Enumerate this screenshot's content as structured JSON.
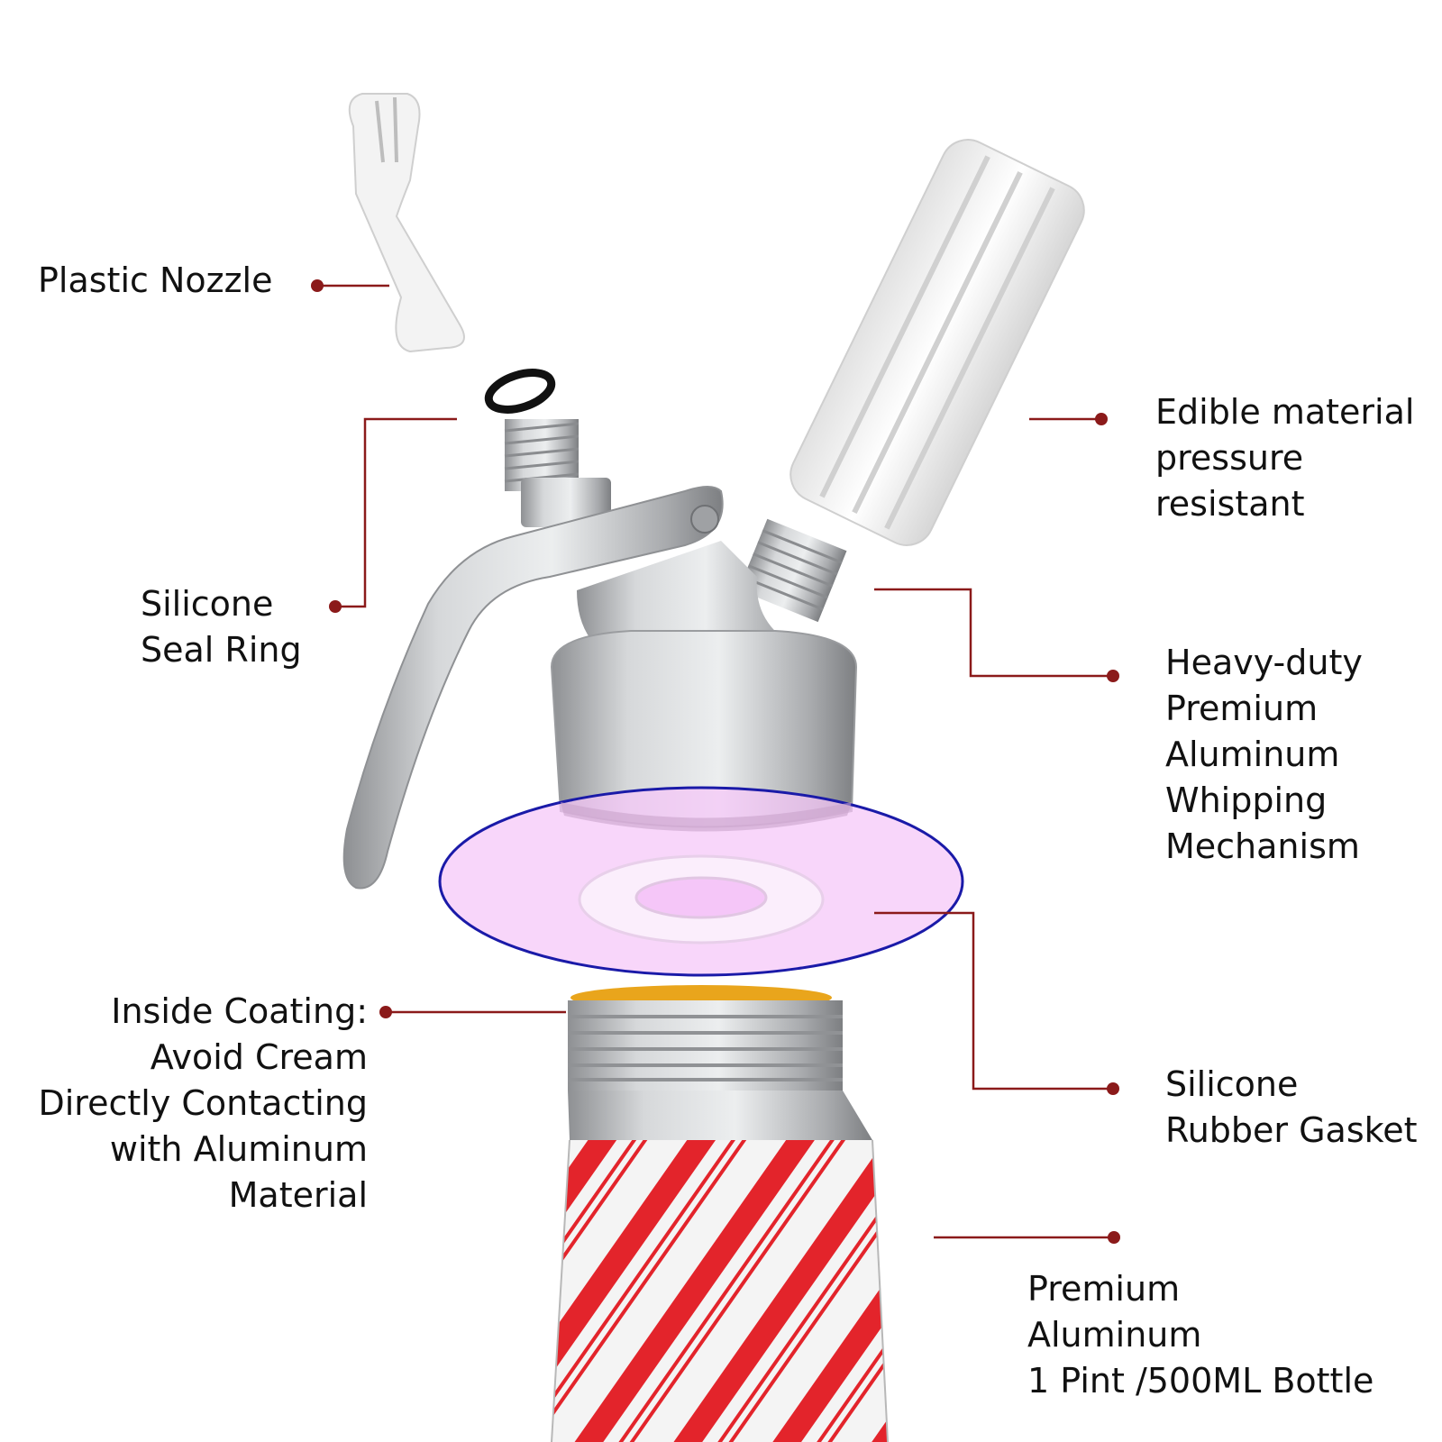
{
  "colors": {
    "leader": "#8b1a1a",
    "gasket_highlight": "#f5c6f8",
    "gasket_outline": "#1a1aa8",
    "stripe_red": "#e3242b",
    "stripe_white": "#f4f4f4",
    "coating": "#e9a51c"
  },
  "labels": {
    "plastic_nozzle": "Plastic Nozzle",
    "seal_ring": [
      "Silicone",
      "Seal Ring"
    ],
    "edible": [
      "Edible material",
      "pressure",
      "resistant"
    ],
    "mechanism": [
      "Heavy-duty",
      "Premium",
      "Aluminum",
      "Whipping",
      "Mechanism"
    ],
    "gasket": [
      "Silicone",
      "Rubber Gasket"
    ],
    "coating": [
      "Inside Coating:",
      "Avoid Cream",
      "Directly Contacting",
      "with  Aluminum",
      "Material"
    ],
    "bottle": [
      "Premium",
      "Aluminum",
      "1 Pint /500ML Bottle"
    ]
  }
}
